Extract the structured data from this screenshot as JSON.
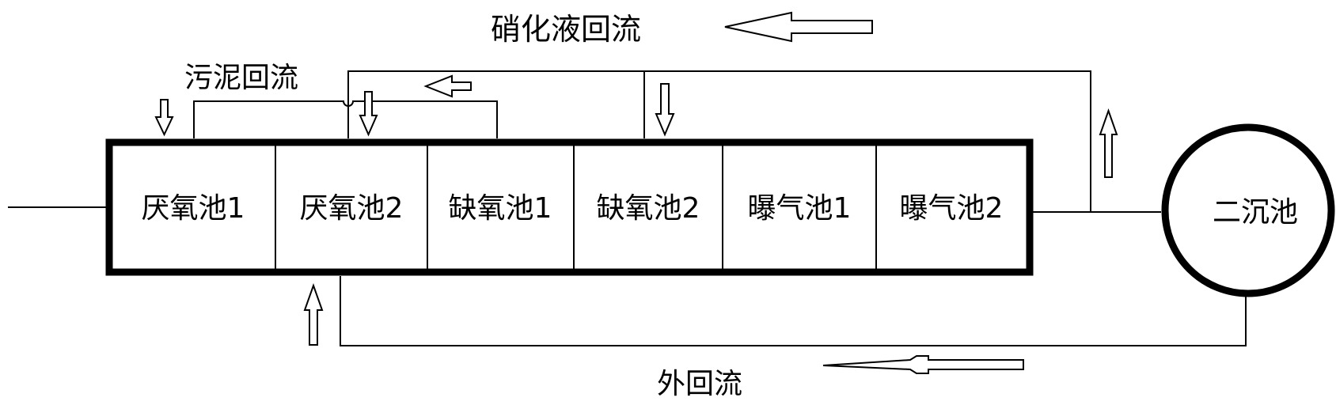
{
  "labels": {
    "nitrate_return": "硝化液回流",
    "sludge_return": "污泥回流",
    "external_return": "外回流",
    "clarifier": "二沉池"
  },
  "tanks": [
    {
      "label": "厌氧池1"
    },
    {
      "label": "厌氧池2"
    },
    {
      "label": "缺氧池1"
    },
    {
      "label": "缺氧池2"
    },
    {
      "label": "曝气池1"
    },
    {
      "label": "曝气池2"
    }
  ],
  "colors": {
    "stroke": "#000000",
    "background": "#ffffff"
  }
}
